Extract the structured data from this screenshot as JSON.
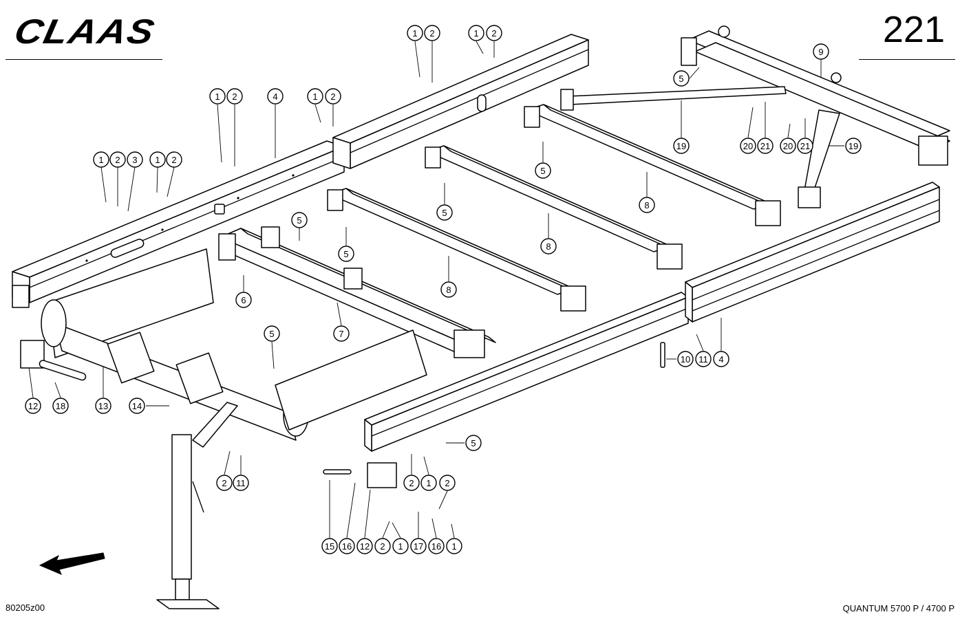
{
  "header": {
    "brand": "CLAAS",
    "page_number": "221"
  },
  "footer": {
    "drawing_id": "80205z00",
    "model": "QUANTUM 5700 P / 4700 P"
  },
  "callouts": [
    {
      "label": "1",
      "cx": 0,
      "cy": 0
    },
    {
      "label": "2"
    }
  ],
  "items": [
    {
      "label": "1"
    },
    {
      "label": "2"
    },
    {
      "label": "1"
    },
    {
      "label": "2"
    },
    {
      "label": "1"
    },
    {
      "label": "2"
    },
    {
      "label": "4"
    },
    {
      "label": "1"
    },
    {
      "label": "2"
    },
    {
      "label": "1"
    },
    {
      "label": "2"
    },
    {
      "label": "3"
    },
    {
      "label": "1"
    },
    {
      "label": "2"
    },
    {
      "label": "9"
    },
    {
      "label": "5"
    },
    {
      "label": "19"
    },
    {
      "label": "20"
    },
    {
      "label": "21"
    },
    {
      "label": "20"
    },
    {
      "label": "21"
    },
    {
      "label": "19"
    },
    {
      "label": "5"
    },
    {
      "label": "5"
    },
    {
      "label": "8"
    },
    {
      "label": "8"
    },
    {
      "label": "5"
    },
    {
      "label": "5"
    },
    {
      "label": "8"
    },
    {
      "label": "6"
    },
    {
      "label": "7"
    },
    {
      "label": "5"
    },
    {
      "label": "10"
    },
    {
      "label": "11"
    },
    {
      "label": "4"
    },
    {
      "label": "12"
    },
    {
      "label": "18"
    },
    {
      "label": "13"
    },
    {
      "label": "14"
    },
    {
      "label": "5"
    },
    {
      "label": "2"
    },
    {
      "label": "11"
    },
    {
      "label": "2"
    },
    {
      "label": "1"
    },
    {
      "label": "2"
    },
    {
      "label": "15"
    },
    {
      "label": "16"
    },
    {
      "label": "12"
    },
    {
      "label": "2"
    },
    {
      "label": "1"
    },
    {
      "label": "17"
    },
    {
      "label": "16"
    },
    {
      "label": "1"
    }
  ]
}
